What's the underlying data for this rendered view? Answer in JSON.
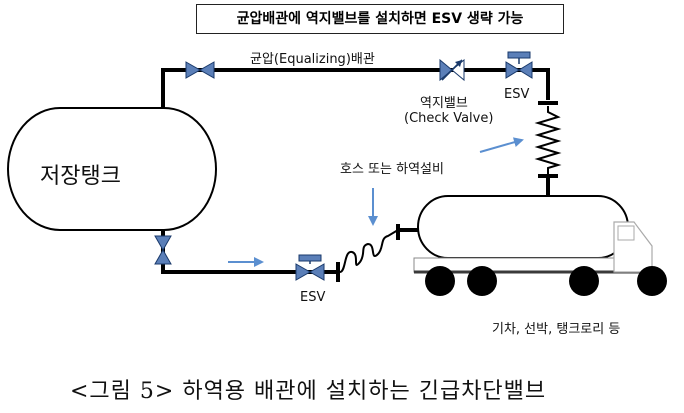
{
  "banner": {
    "text": "균압배관에 역지밸브를 설치하면 ESV 생략 가능"
  },
  "labels": {
    "equalizing_pipe": "균압(Equalizing)배관",
    "check_valve_kr": "역지밸브",
    "check_valve_en": "(Check Valve)",
    "esv_top": "ESV",
    "esv_bottom": "ESV",
    "hose_or_loading": "호스 또는 하역설비",
    "storage_tank": "저장탱크",
    "vehicles": "기차, 선박, 탱크로리 등"
  },
  "caption": {
    "text": "<그림 5> 하역용 배관에 설치하는 긴급차단밸브"
  },
  "colors": {
    "line": "#000000",
    "arrow": "#5b8fd0",
    "valve_fill": "#5b7fb8",
    "ground": "#3a3a3a"
  }
}
